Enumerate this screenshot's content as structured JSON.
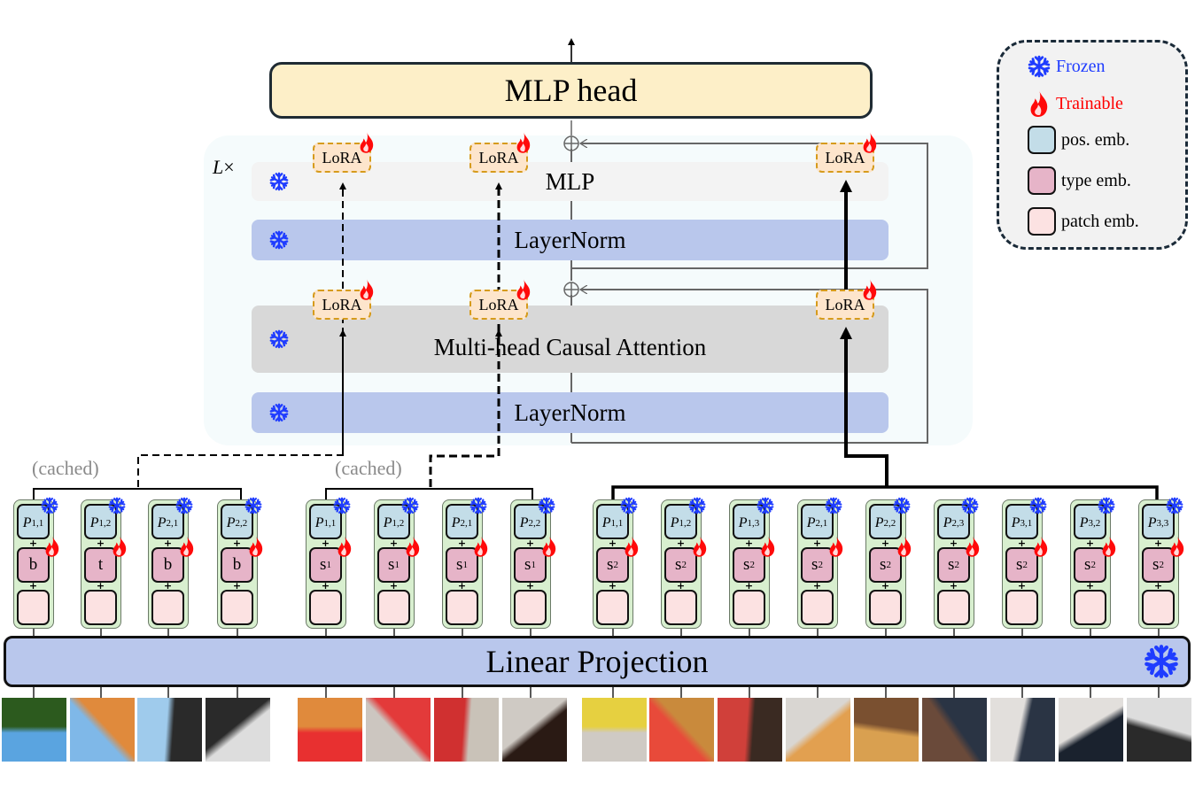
{
  "diagram": {
    "output_head": {
      "label": "MLP head"
    },
    "block": {
      "repeat_label": "L",
      "repeat_symbol": "×",
      "layers": {
        "mlp": "MLP",
        "layernorm_top": "LayerNorm",
        "attention": "Multi-head Causal Attention",
        "layernorm_bottom": "LayerNorm"
      },
      "lora_label": "LoRA"
    },
    "cached_label": "(cached)",
    "linear_projection": {
      "label": "Linear Projection"
    },
    "token_groups": [
      {
        "name": "group-1",
        "cached": true,
        "tokens": [
          {
            "pos": "P",
            "pos_sub": "1,1",
            "type": "b",
            "type_sub": ""
          },
          {
            "pos": "P",
            "pos_sub": "1,2",
            "type": "t",
            "type_sub": ""
          },
          {
            "pos": "P",
            "pos_sub": "2,1",
            "type": "b",
            "type_sub": ""
          },
          {
            "pos": "P",
            "pos_sub": "2,2",
            "type": "b",
            "type_sub": ""
          }
        ]
      },
      {
        "name": "group-2",
        "cached": true,
        "tokens": [
          {
            "pos": "P",
            "pos_sub": "1,1",
            "type": "s",
            "type_sub": "1"
          },
          {
            "pos": "P",
            "pos_sub": "1,2",
            "type": "s",
            "type_sub": "1"
          },
          {
            "pos": "P",
            "pos_sub": "2,1",
            "type": "s",
            "type_sub": "1"
          },
          {
            "pos": "P",
            "pos_sub": "2,2",
            "type": "s",
            "type_sub": "1"
          }
        ]
      },
      {
        "name": "group-3",
        "cached": false,
        "tokens": [
          {
            "pos": "P",
            "pos_sub": "1,1",
            "type": "s",
            "type_sub": "2"
          },
          {
            "pos": "P",
            "pos_sub": "1,2",
            "type": "s",
            "type_sub": "2"
          },
          {
            "pos": "P",
            "pos_sub": "1,3",
            "type": "s",
            "type_sub": "2"
          },
          {
            "pos": "P",
            "pos_sub": "2,1",
            "type": "s",
            "type_sub": "2"
          },
          {
            "pos": "P",
            "pos_sub": "2,2",
            "type": "s",
            "type_sub": "2"
          },
          {
            "pos": "P",
            "pos_sub": "2,3",
            "type": "s",
            "type_sub": "2"
          },
          {
            "pos": "P",
            "pos_sub": "3,1",
            "type": "s",
            "type_sub": "2"
          },
          {
            "pos": "P",
            "pos_sub": "3,2",
            "type": "s",
            "type_sub": "2"
          },
          {
            "pos": "P",
            "pos_sub": "3,3",
            "type": "s",
            "type_sub": "2"
          }
        ]
      }
    ],
    "plus_sign": "+",
    "frames": {
      "group-1": 4,
      "group-2": 4,
      "group-3": 9
    }
  },
  "legend": {
    "frozen": {
      "label": "Frozen",
      "icon": "snowflake-icon",
      "color": "#1f3cff"
    },
    "trainable": {
      "label": "Trainable",
      "icon": "flame-icon",
      "color": "#ff0000"
    },
    "pos_emb": {
      "label": "pos. emb.",
      "color": "#c3dde8"
    },
    "type_emb": {
      "label": "type emb.",
      "color": "#e6b4c8"
    },
    "patch_emb": {
      "label": "patch emb.",
      "color": "#fce2e2"
    }
  },
  "colors": {
    "frozen": "#1f3cff",
    "trainable": "#ff0000",
    "layernorm": "#b9c7ec",
    "attention": "#d8d8d8",
    "mlp": "#f3f3f3",
    "mlp_head": "#fdefc8",
    "lora": "#fde5cc",
    "token_bg": "#d8efcf"
  }
}
